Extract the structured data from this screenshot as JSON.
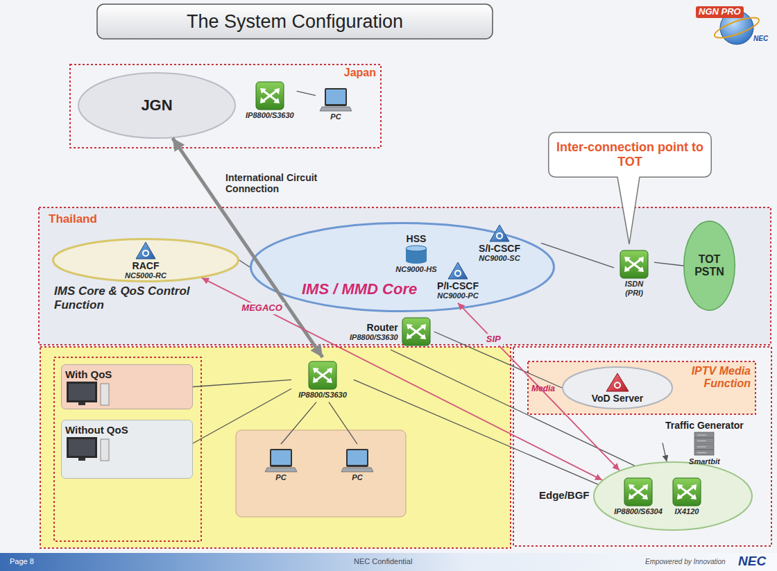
{
  "diagram": {
    "title": "The System Configuration",
    "nodes": [
      {
        "text": [
          "Japan"
        ]
      },
      {
        "text": [
          "JGN"
        ],
        "in": 0
      },
      {
        "text": [
          "IP8800/S3630"
        ],
        "in": 0
      },
      {
        "text": [
          "PC"
        ],
        "in": 0
      },
      {
        "text": [
          "Inter-connection point to TOT"
        ]
      },
      {
        "text": [
          "Thailand",
          "IMS Core & QoS Control Function"
        ]
      },
      {
        "text": [
          "RACF",
          "NC5000-RC"
        ],
        "in": 5
      },
      {
        "text": [
          "IMS / MMD Core"
        ],
        "in": 5
      },
      {
        "text": [
          "HSS",
          "NC9000-HS"
        ],
        "in": 7
      },
      {
        "text": [
          "S/I-CSCF",
          "NC9000-SC"
        ],
        "in": 7
      },
      {
        "text": [
          "P/I-CSCF",
          "NC9000-PC"
        ],
        "in": 7
      },
      {
        "text": [
          "ISDN (PRI)"
        ],
        "in": 5
      },
      {
        "text": [
          "TOT PSTN"
        ],
        "in": 5
      },
      {
        "text": [
          "Router",
          "IP8800/S3630"
        ],
        "in": 5
      },
      {
        "text": [
          "IPTV Media Function"
        ]
      },
      {
        "text": [
          "VoD Server"
        ],
        "in": 14
      },
      {
        "text": [
          "Traffic Generator",
          "Smartbit"
        ]
      },
      {
        "text": [
          "Edge/BGF"
        ]
      },
      {
        "text": [
          "IP8800/S6304"
        ],
        "in": 17
      },
      {
        "text": [
          "IX4120"
        ],
        "in": 17
      },
      {
        "text": [
          "IP8800/S3630"
        ]
      },
      {
        "text": [
          "With QoS"
        ]
      },
      {
        "text": [
          "Without QoS"
        ]
      },
      {
        "text": [
          "PC"
        ]
      },
      {
        "text": [
          "PC"
        ]
      }
    ],
    "edges": [
      {
        "from": 1,
        "to": 20,
        "arrow": "both",
        "label": "International Circuit Connection"
      },
      {
        "from": 2,
        "to": 3,
        "arrow": "none"
      },
      {
        "from": 6,
        "to": 7,
        "arrow": "none"
      },
      {
        "from": 9,
        "to": 11,
        "arrow": "none"
      },
      {
        "from": 11,
        "to": 12,
        "arrow": "none"
      },
      {
        "from": 13,
        "to": 17,
        "arrow": "none"
      },
      {
        "from": 15,
        "to": 13,
        "arrow": "none"
      },
      {
        "from": 17,
        "to": 6,
        "arrow": "both",
        "label": "MEGACO"
      },
      {
        "from": 17,
        "to": 10,
        "arrow": "both",
        "label": "SIP"
      },
      {
        "from": 16,
        "to": 17,
        "arrow": "to"
      },
      {
        "from": 20,
        "to": 17,
        "arrow": "none"
      },
      {
        "from": 20,
        "to": 21,
        "arrow": "none"
      },
      {
        "from": 20,
        "to": 22,
        "arrow": "none"
      },
      {
        "from": 20,
        "to": 23,
        "arrow": "none"
      },
      {
        "from": 20,
        "to": 24,
        "arrow": "none"
      }
    ],
    "labels": [
      "NGN PRO",
      "NEC",
      "Media",
      "Page 8",
      "NEC Confidential",
      "Empowered by Innovation",
      "NEC"
    ]
  }
}
